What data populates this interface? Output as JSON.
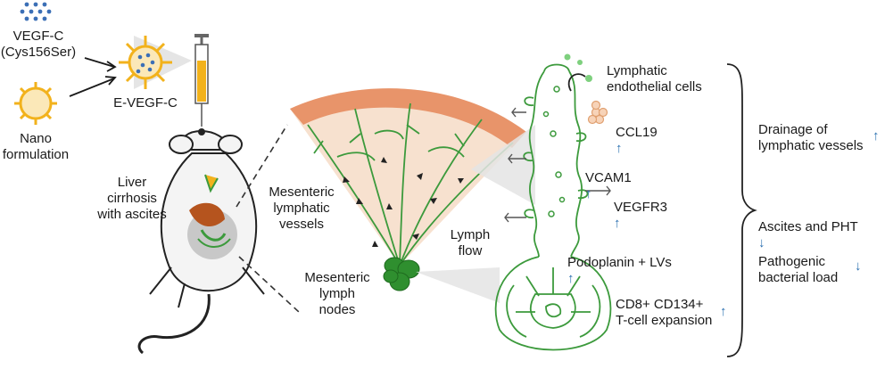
{
  "left": {
    "vegf_label": "VEGF-C\n(Cys156Ser)",
    "nano_label": "Nano\nformulation",
    "evegf_label": "E-VEGF-C",
    "liver_label": "Liver\ncirrhosis\nwith ascites"
  },
  "middle": {
    "vessels_label": "Mesenteric\nlymphatic\nvessels",
    "nodes_label": "Mesenteric\nlymph\nnodes",
    "flow_label": "Lymph\nflow"
  },
  "right": {
    "endothelial_label": "Lymphatic\nendothelial cells",
    "ccl19_label": "CCL19",
    "vcam1_label": "VCAM1",
    "vegfr3_label": "VEGFR3",
    "podoplanin_label": "Podoplanin + LVs",
    "tcell_label": "CD8+ CD134+\nT-cell expansion"
  },
  "outcomes": {
    "drainage_label": "Drainage of\nlymphatic vessels",
    "ascites_label": "Ascites and PHT",
    "bacterial_label": "Pathogenic\nbacterial load"
  },
  "arrows": {
    "up": "↑",
    "down": "↓"
  },
  "colors": {
    "vessel_green": "#3c9a3c",
    "node_green": "#2f8f2f",
    "mesentery_orange": "#e8946a",
    "mesentery_fill": "#f7e1cf",
    "arrow_blue": "#2a6fb0",
    "particle_blue": "#3b6fb6",
    "nano_yellow": "#f2b21c"
  }
}
